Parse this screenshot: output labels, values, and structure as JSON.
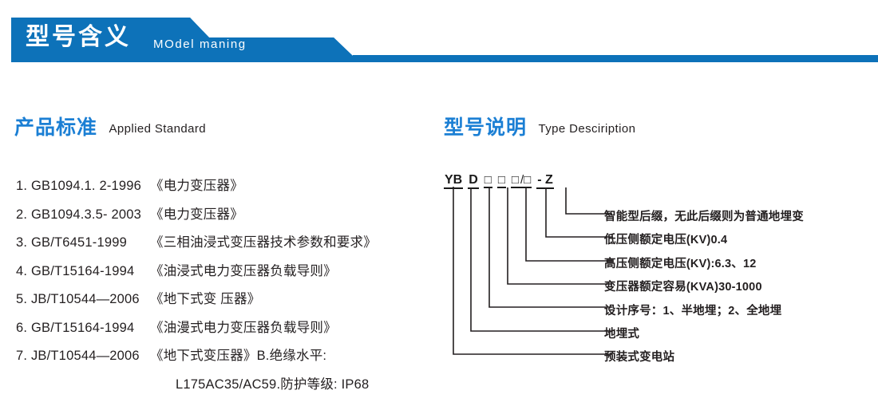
{
  "banner": {
    "title_cn": "型号含义",
    "title_en": "MOdel maning",
    "color": "#0d72b9"
  },
  "accent_color": "#1b7fd4",
  "sections": {
    "standard": {
      "title_cn": "产品标准",
      "title_en": "Applied Standard"
    },
    "type": {
      "title_cn": "型号说明",
      "title_en": "Type Desciription"
    }
  },
  "standards": [
    {
      "no": "1.",
      "code": "GB1094.1. 2-1996",
      "name": "《电力变压器》"
    },
    {
      "no": "2.",
      "code": "GB1094.3.5- 2003",
      "name": "《电力变压器》"
    },
    {
      "no": "3.",
      "code": "GB/T6451-1999",
      "name": "《三相油浸式变压器技术参数和要求》"
    },
    {
      "no": "4.",
      "code": "GB/T15164-1994",
      "name": "《油浸式电力变压器负载导则》"
    },
    {
      "no": "5.",
      "code": "JB/T10544—2006",
      "name": "《地下式变 压器》"
    },
    {
      "no": "6.",
      "code": "GB/T15164-1994",
      "name": "《油漫式电力变压器负载导则》"
    },
    {
      "no": "7.",
      "code": "JB/T10544—2006",
      "name": "《地下式变压器》B.绝缘水平:"
    }
  ],
  "standards_continuation": "L175AC35/AC59.防护等级: IP68",
  "type_code": {
    "segments": [
      "YB",
      "D",
      "□",
      "□",
      "□",
      "/□",
      "- Z"
    ],
    "full": "YB D □□□/□ - Z"
  },
  "type_labels": [
    "智能型后缀，无此后缀则为普通地埋变",
    "低压侧额定电压(KV)0.4",
    "高压侧额定电压(KV):6.3、12",
    "变压器额定容易(KVA)30-1000",
    "设计序号：1、半地埋；2、全地埋",
    "地埋式",
    "预装式变电站"
  ]
}
